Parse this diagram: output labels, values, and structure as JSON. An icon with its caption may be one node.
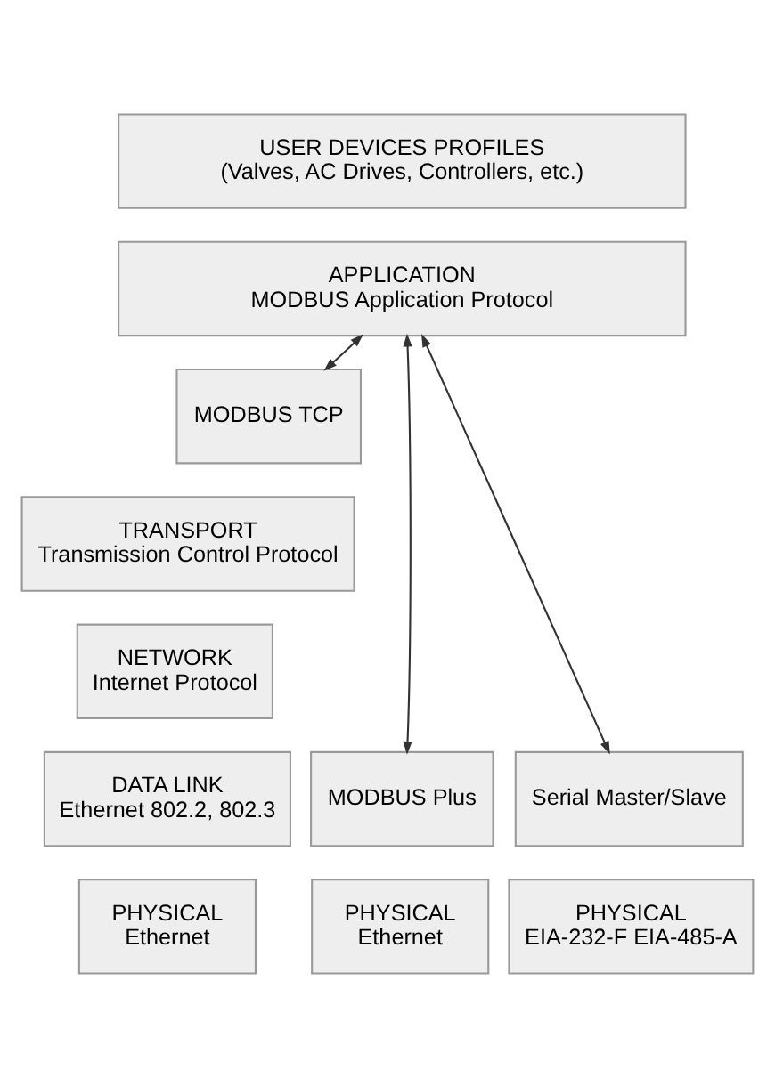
{
  "diagram": {
    "nodes": [
      {
        "text": [
          "USER DEVICES PROFILES",
          "(Valves, AC Drives, Controllers, etc.)"
        ]
      },
      {
        "text": [
          "APPLICATION",
          "MODBUS Application Protocol"
        ]
      },
      {
        "text": [
          "MODBUS TCP"
        ]
      },
      {
        "text": [
          "TRANSPORT",
          "Transmission Control Protocol"
        ]
      },
      {
        "text": [
          "NETWORK",
          "Internet Protocol"
        ]
      },
      {
        "text": [
          "MODBUS Plus"
        ]
      },
      {
        "text": [
          "Serial Master/Slave"
        ]
      },
      {
        "text": [
          "DATA LINK",
          "Ethernet 802.2, 802.3"
        ]
      },
      {
        "text": [
          "PHYSICAL",
          "Ethernet"
        ]
      },
      {
        "text": [
          "PHYSICAL",
          "EIA-232-F EIA-485-A"
        ]
      },
      {
        "text": [
          "PHYSICAL",
          "Ethernet"
        ]
      }
    ],
    "edges": [
      {
        "from": 1,
        "to": 5,
        "arrow": "both"
      },
      {
        "from": 1,
        "to": 6,
        "arrow": "both"
      },
      {
        "from": 1,
        "to": 2,
        "arrow": "both"
      }
    ]
  }
}
